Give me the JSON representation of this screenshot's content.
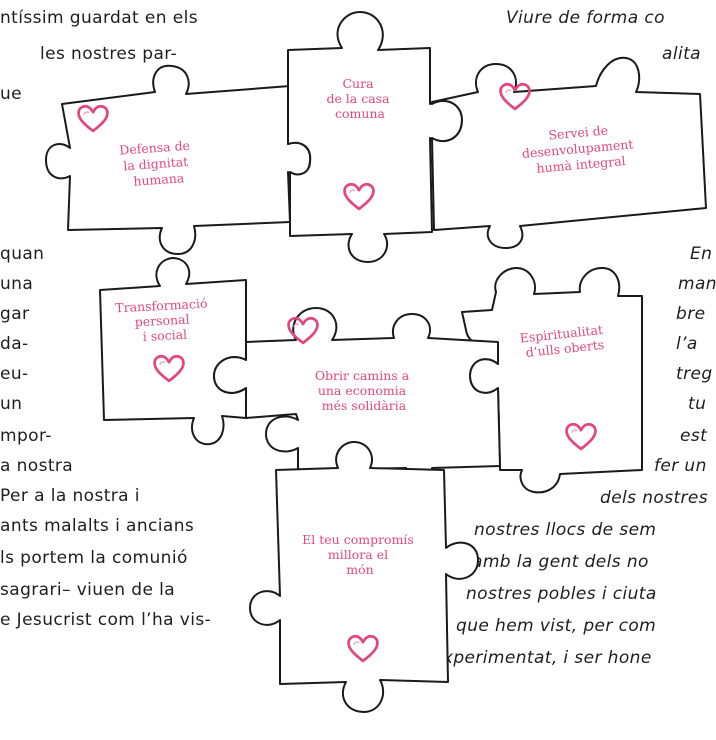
{
  "left_text": [
    "ntíssim guardat en els",
    "les nostres par-",
    "ue",
    "quan",
    "una",
    "gar",
    "da-",
    "eu-",
    "un",
    "mpor-",
    "a nostra",
    "Per a la nostra i",
    "ants malalts i ancians",
    "ls portem la comunió",
    "sagrari– viuen de la",
    "e Jesucrist com l’ha vis-"
  ],
  "right_text": [
    "Viure de forma co",
    "alita",
    "En",
    "man",
    "bre",
    "l’a",
    "treg",
    "tu",
    "est",
    "fer un",
    "dels nostres",
    "nostres llocs de sem",
    "amb la gent dels no",
    "nostres pobles i ciuta",
    "que hem vist, per com",
    "experimentat, i ser hone"
  ],
  "pieces": [
    {
      "name": "piece-defensa",
      "lines": [
        "Defensa de",
        "la dignitat",
        "humana"
      ]
    },
    {
      "name": "piece-cura",
      "lines": [
        "Cura",
        "de la casa",
        "comuna"
      ]
    },
    {
      "name": "piece-servei",
      "lines": [
        "Servei de",
        "desenvolupament",
        "humà integral"
      ]
    },
    {
      "name": "piece-transformacio",
      "lines": [
        "Transformació",
        "personal",
        "i social"
      ]
    },
    {
      "name": "piece-economia",
      "lines": [
        "Obrir camins a",
        "una economia",
        "més solidària"
      ]
    },
    {
      "name": "piece-espiritualitat",
      "lines": [
        "Espiritualitat",
        "d’ulls oberts"
      ]
    },
    {
      "name": "piece-compromis",
      "lines": [
        "El teu compromís",
        "millora el",
        "món"
      ]
    }
  ],
  "colors": {
    "accent": "#e2477f",
    "outline": "#1a1a1a"
  },
  "icons": {
    "heart": "heart-icon"
  }
}
